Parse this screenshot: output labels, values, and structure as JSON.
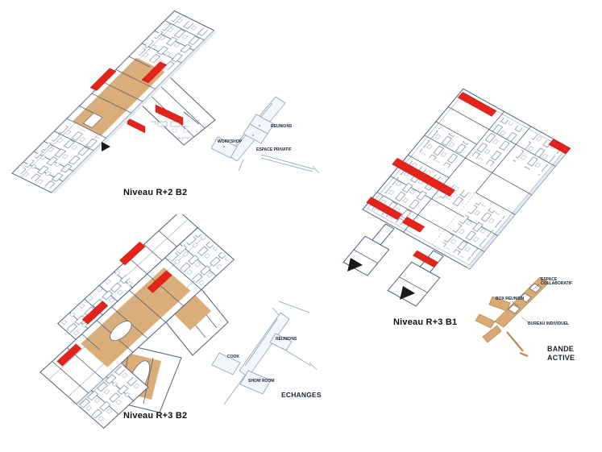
{
  "colors": {
    "red": "#e5231b",
    "tan": "#d9aa72",
    "tan_dark": "#b98a4e",
    "line": "#4e5f78",
    "line_light": "#a8b7ca",
    "text": "#111111"
  },
  "captions": {
    "r2b2": "Niveau R+2 B2",
    "r3b2": "Niveau R+3 B2",
    "r3b1": "Niveau R+3 B1",
    "echanges": "ECHANGES",
    "bande_active": "BANDE ACTIVE"
  },
  "schematic_privatif": {
    "workshop": "WORKSHOP",
    "reunions": "REUNIONS",
    "espace_privatif": "ESPACE PRIVATIF"
  },
  "schematic_echanges": {
    "reunions": "REUNIONS",
    "cook": "COOK",
    "show_room": "SHOW ROOM"
  },
  "schematic_bande": {
    "espace_collaboratif": "ESPACE COLLABORATIF",
    "box_reunion": "BOX REUNION",
    "bureau_individuel": "BUREAU INDIVIDUEL"
  }
}
